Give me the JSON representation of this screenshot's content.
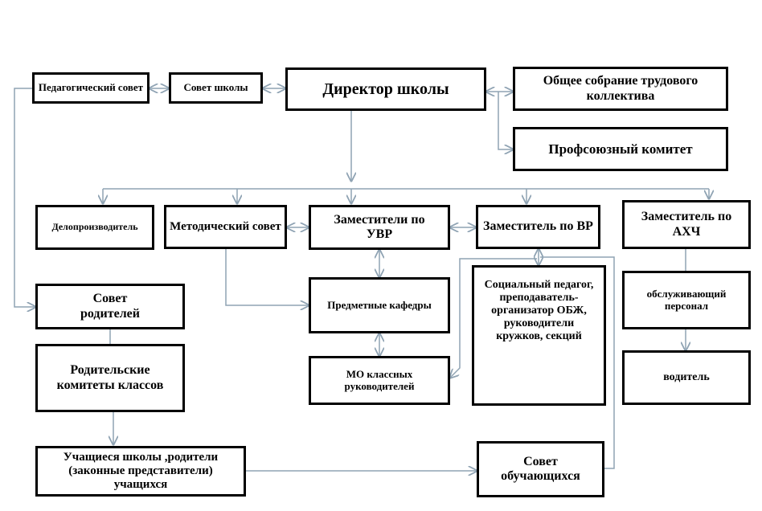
{
  "nodes": {
    "director": "Директор школы",
    "ped_council": "Педагогический совет",
    "school_council": "Совет школы",
    "general_meeting": "Общее собрание трудового коллектива",
    "trade_union": "Профсоюзный комитет",
    "clerk": "Делопроизводитель",
    "method_council": "Методический совет",
    "deputy_uvr": "Заместители по УВР",
    "deputy_vr": "Заместитель по ВР",
    "deputy_ahch": "Заместитель по АХЧ",
    "parents_council": "Совет родителей",
    "subject_depts": "Предметные кафедры",
    "social_staff": "Социальный педагог, преподаватель-организатор ОБЖ, руководители кружков, секций",
    "service_staff": "обслуживающий персонал",
    "mo_class": "МО классных руководителей",
    "parent_committees": "Родительские комитеты классов",
    "driver": "водитель",
    "students_parents": "Учащиеся школы ,родители (законные представители) учащихся",
    "students_council": "Совет обучающихся"
  },
  "colors": {
    "line": "#8fa3b3",
    "border": "#000000"
  }
}
